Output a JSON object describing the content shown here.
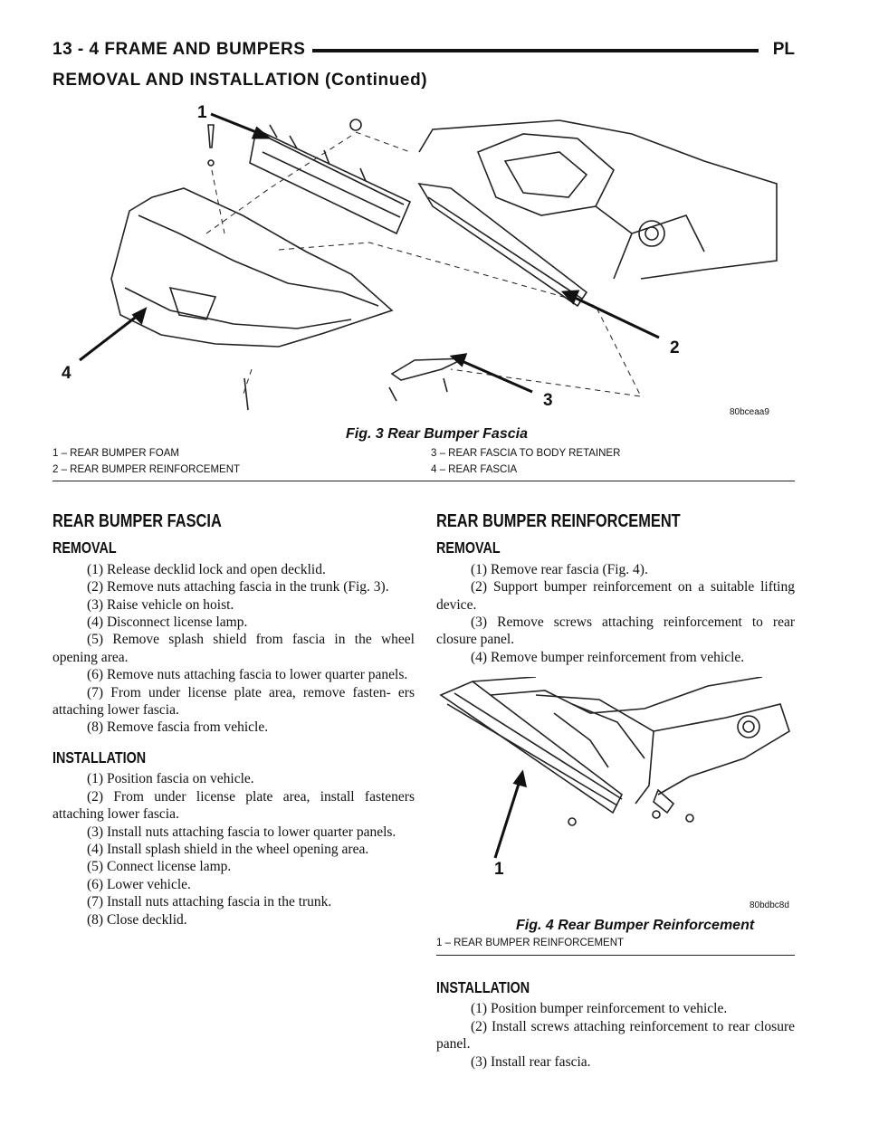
{
  "header": {
    "page_ref": "13 - 4    FRAME AND BUMPERS",
    "section_code": "PL",
    "continued_title": "REMOVAL AND INSTALLATION (Continued)"
  },
  "figure3": {
    "callouts": [
      "1",
      "2",
      "3",
      "4"
    ],
    "code": "80bceaa9",
    "caption": "Fig. 3 Rear Bumper Fascia",
    "legend": [
      "1 – REAR BUMPER FOAM",
      "2 – REAR BUMPER REINFORCEMENT",
      "3 – REAR FASCIA TO BODY RETAINER",
      "4 – REAR FASCIA"
    ]
  },
  "left": {
    "title": "REAR BUMPER FASCIA",
    "removal_heading": "REMOVAL",
    "removal_steps": [
      "(1) Release decklid lock and open decklid.",
      "(2) Remove nuts attaching fascia in the trunk (Fig. 3).",
      "(3) Raise vehicle on hoist.",
      "(4) Disconnect license lamp.",
      "(5) Remove splash shield from fascia in the wheel opening area.",
      "(6) Remove nuts attaching fascia to lower quarter panels.",
      "(7) From under license plate area, remove fasten- ers attaching lower fascia.",
      "(8) Remove fascia from vehicle."
    ],
    "installation_heading": "INSTALLATION",
    "installation_steps": [
      "(1) Position fascia on vehicle.",
      "(2) From under license plate area, install fasteners attaching lower fascia.",
      "(3) Install nuts attaching fascia to lower quarter panels.",
      "(4) Install splash shield in the wheel opening area.",
      "(5) Connect license lamp.",
      "(6) Lower vehicle.",
      "(7) Install nuts attaching fascia in the trunk.",
      "(8) Close decklid."
    ]
  },
  "right": {
    "title": "REAR BUMPER REINFORCEMENT",
    "removal_heading": "REMOVAL",
    "removal_steps": [
      "(1) Remove rear fascia (Fig. 4).",
      "(2) Support bumper reinforcement on a suitable lifting device.",
      "(3) Remove screws attaching reinforcement to rear closure panel.",
      "(4) Remove bumper reinforcement from vehicle."
    ],
    "installation_heading": "INSTALLATION",
    "installation_steps": [
      "(1) Position bumper reinforcement to vehicle.",
      "(2) Install screws attaching reinforcement to rear closure panel.",
      "(3) Install rear fascia."
    ]
  },
  "figure4": {
    "callouts": [
      "1"
    ],
    "code": "80bdbc8d",
    "caption": "Fig. 4 Rear Bumper Reinforcement",
    "legend": [
      "1 – REAR BUMPER REINFORCEMENT"
    ]
  }
}
